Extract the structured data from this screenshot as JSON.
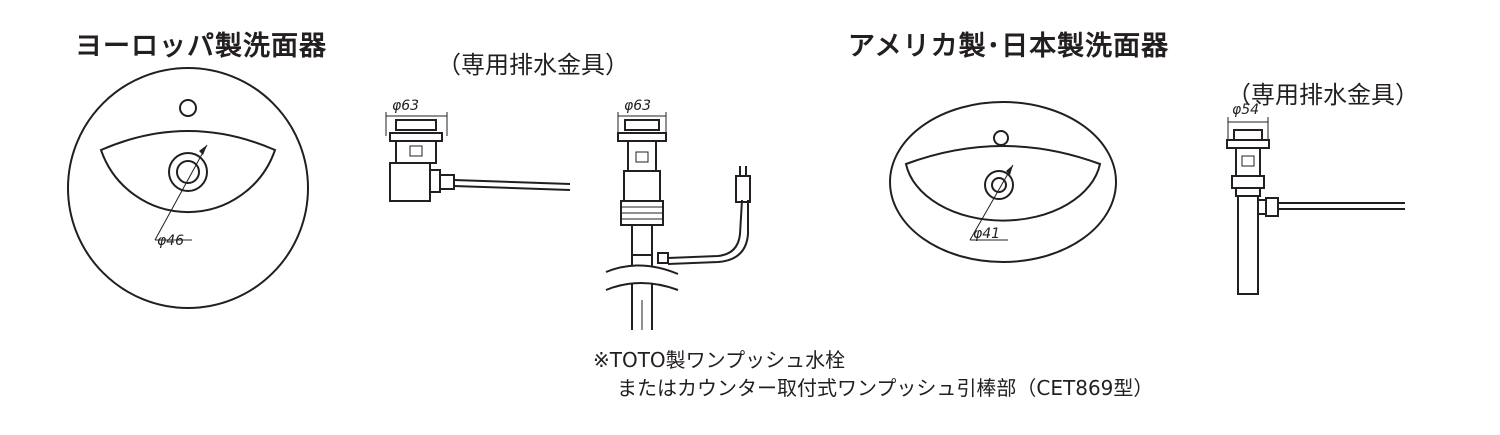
{
  "left": {
    "title": "ヨーロッパ製洗面器",
    "subtitle": "（専用排水金具）",
    "basin_dim": "φ46",
    "drain1_dim": "φ63",
    "drain2_dim": "φ63"
  },
  "right": {
    "title": "アメリカ製･日本製洗面器",
    "subtitle": "（専用排水金具）",
    "basin_dim": "φ41",
    "drain_dim": "φ54"
  },
  "note": {
    "line1": "※TOTO製ワンプッシュ水栓",
    "line2": "またはカウンター取付式ワンプッシュ引棒部（CET869型）"
  }
}
